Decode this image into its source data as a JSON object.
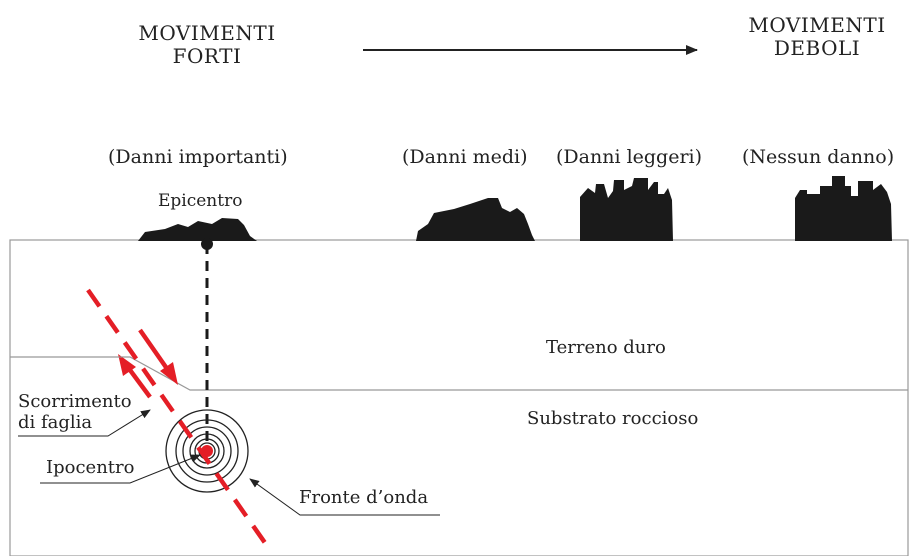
{
  "header": {
    "strong_line1": "MOVIMENTI",
    "strong_line2": "FORTI",
    "weak_line1": "MOVIMENTI",
    "weak_line2": "DEBOLI"
  },
  "damage_levels": [
    "(Danni importanti)",
    "(Danni medi)",
    "(Danni leggeri)",
    "(Nessun danno)"
  ],
  "labels": {
    "epicentre": "Epicentro",
    "hard_soil": "Terreno duro",
    "bedrock": "Substrato roccioso",
    "fault_slip_line1": "Scorrimento",
    "fault_slip_line2": "di faglia",
    "hypocentre": "Ipocentro",
    "wave_front": "Fronte d’onda"
  },
  "colors": {
    "fault": "#e41e26",
    "ink": "#222222",
    "buildings": "#1a1a1a",
    "layer_line": "#999999"
  }
}
